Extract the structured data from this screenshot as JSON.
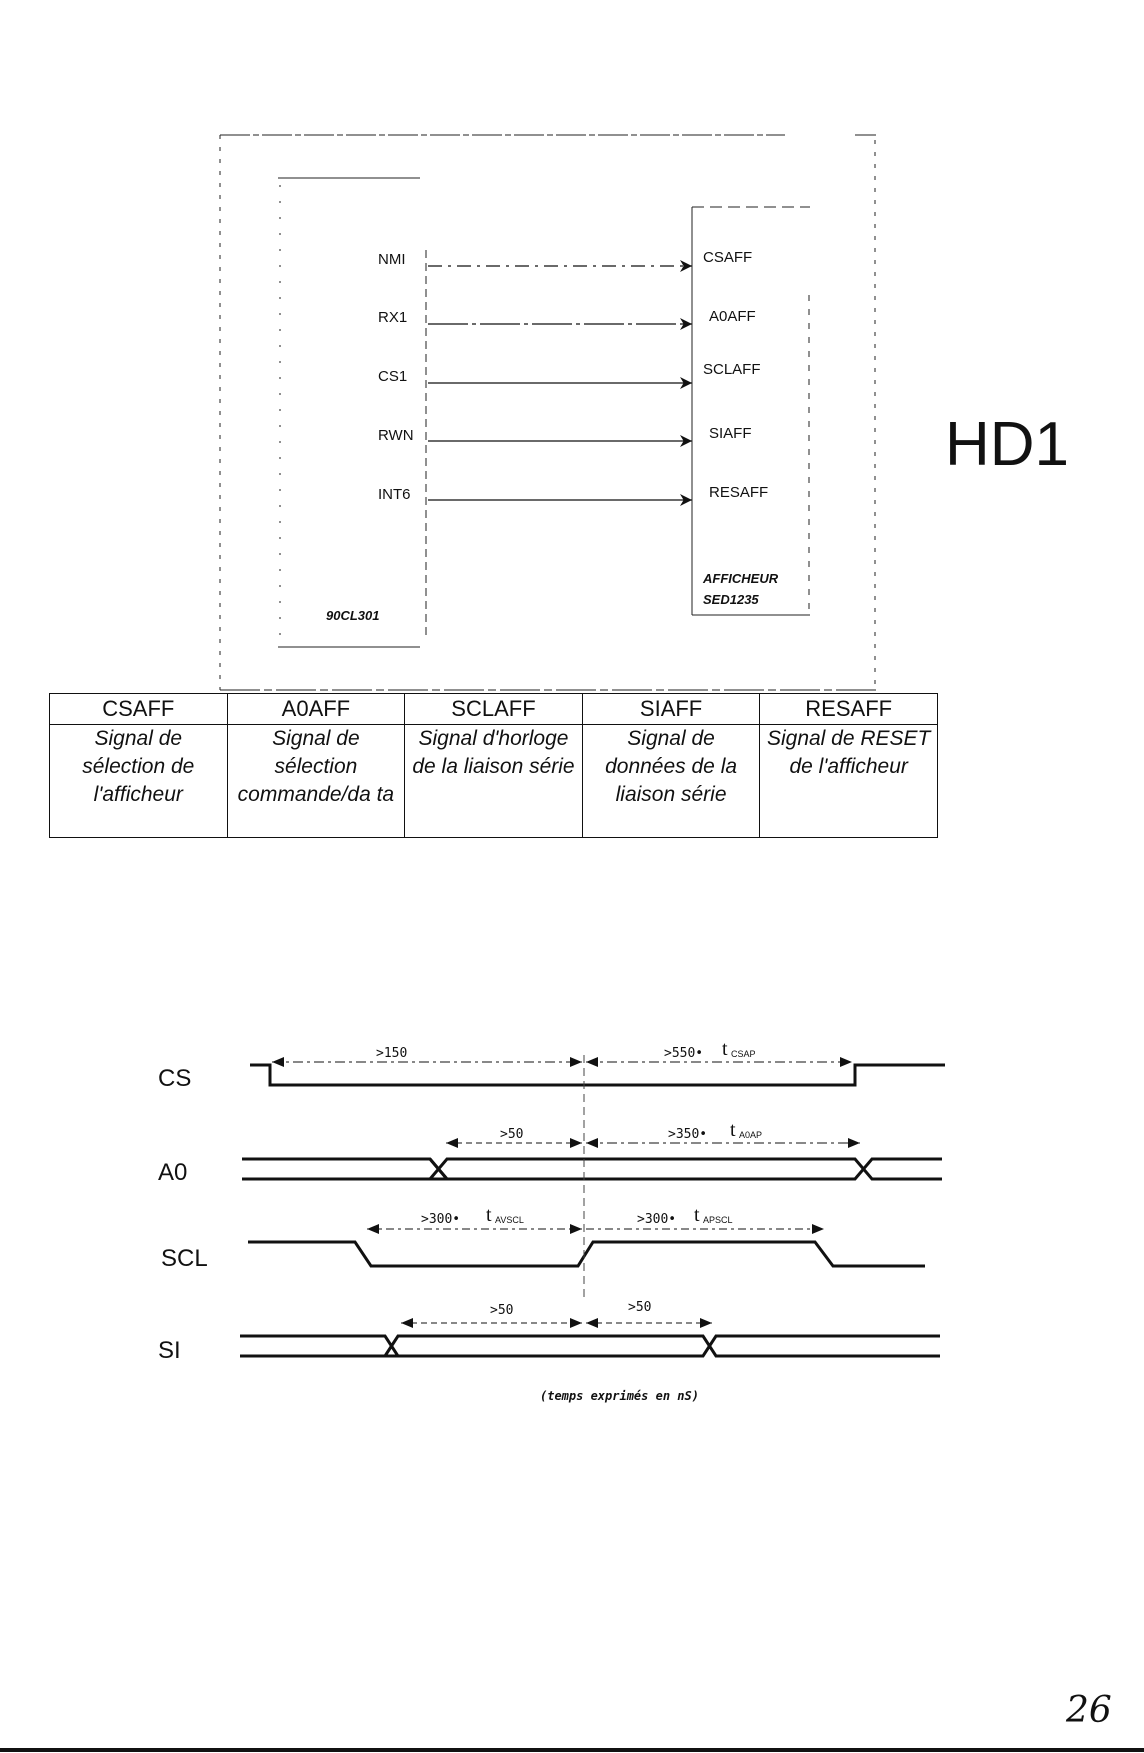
{
  "block_diagram": {
    "left_block": {
      "label": "90CL301",
      "pins": [
        "NMI",
        "RX1",
        "CS1",
        "RWN",
        "INT6"
      ]
    },
    "right_block": {
      "label_line1": "AFFICHEUR",
      "label_line2": "SED1235",
      "pins": [
        "CSAFF",
        "A0AFF",
        "SCLAFF",
        "SIAFF",
        "RESAFF"
      ]
    },
    "side_label": "HD1"
  },
  "signal_table": {
    "headers": [
      "CSAFF",
      "A0AFF",
      "SCLAFF",
      "SIAFF",
      "RESAFF"
    ],
    "descriptions": [
      "Signal de sélection de l'afficheur",
      "Signal de sélection commande/da ta",
      "Signal d'horloge de la liaison série",
      "Signal de données de la liaison série",
      "Signal de RESET de l'afficheur"
    ]
  },
  "timing": {
    "signals": [
      "CS",
      "A0",
      "SCL",
      "SI"
    ],
    "cs": {
      "before": ">150",
      "after": ">550•",
      "t_main": "t",
      "t_sub": "CSAP"
    },
    "a0": {
      "before": ">50",
      "after": ">350•",
      "t_main": "t",
      "t_sub": "A0AP"
    },
    "scl": {
      "before": ">300•",
      "before_t_main": "t",
      "before_t_sub": "AVSCL",
      "after": ">300•",
      "after_t_main": "t",
      "after_t_sub": "APSCL"
    },
    "si": {
      "before": ">50",
      "after": ">50"
    },
    "note": "(temps exprimés en nS)"
  },
  "page_number": "26",
  "colors": {
    "ink": "#111111",
    "background": "#ffffff"
  }
}
